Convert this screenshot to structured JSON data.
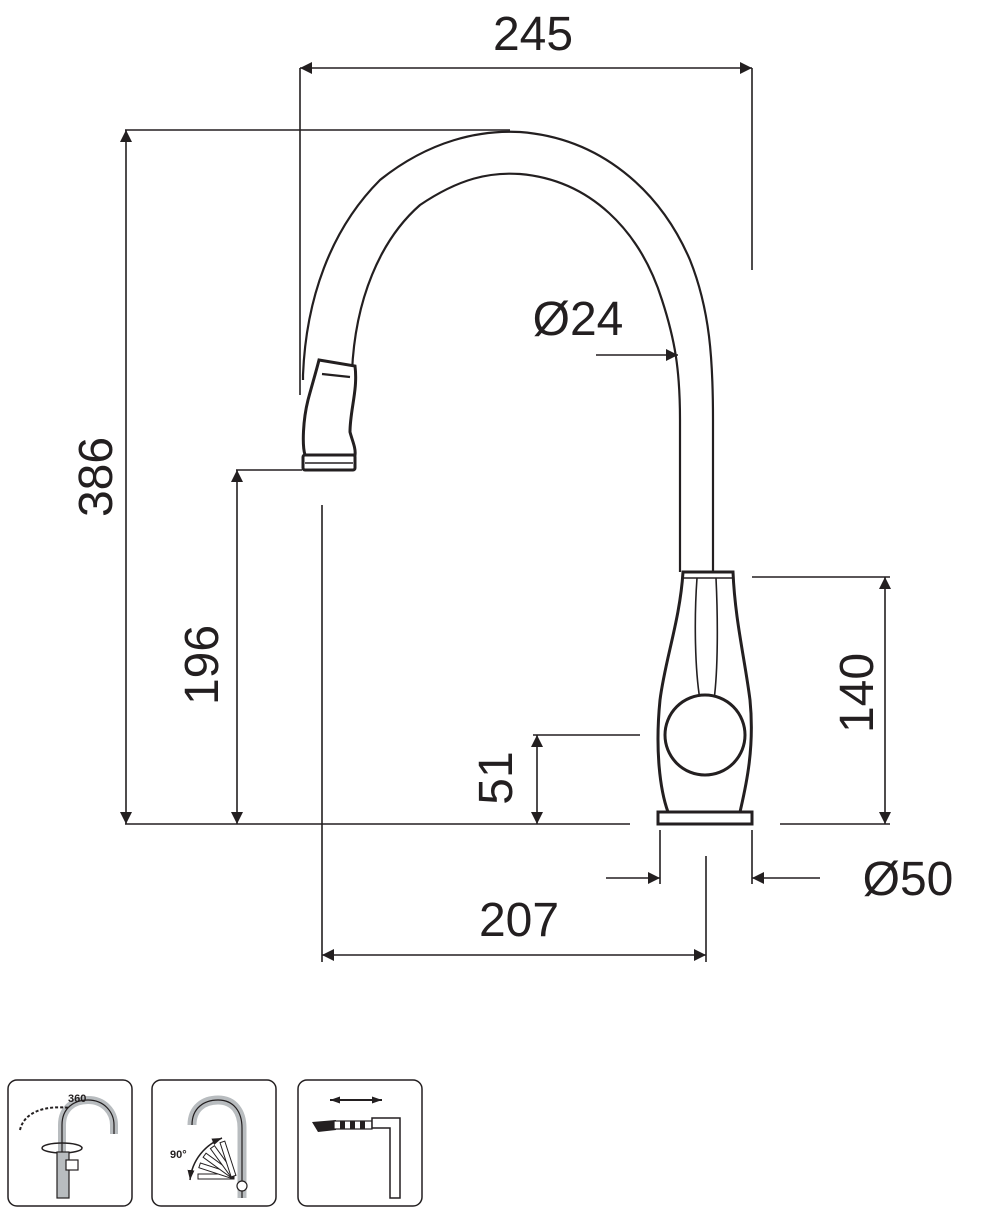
{
  "dimensions": {
    "total_reach": "245",
    "total_height": "386",
    "spout_diameter": "Ø24",
    "spout_height": "196",
    "body_height": "140",
    "handle_height": "51",
    "spout_reach": "207",
    "base_diameter": "Ø50"
  },
  "icons": [
    {
      "name": "swivel-360",
      "label": "360"
    },
    {
      "name": "pull-out-90",
      "label": "90°"
    },
    {
      "name": "single-lever",
      "label": ""
    }
  ],
  "colors": {
    "ink": "#231f20",
    "icon_fill": "#b8bcbf"
  }
}
